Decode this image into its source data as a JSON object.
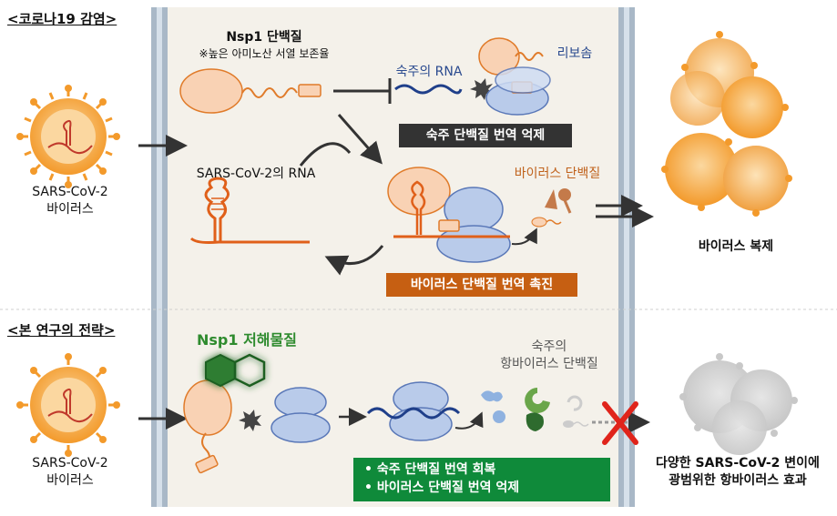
{
  "top": {
    "header": "<코로나19 감염>",
    "virus_label_line1": "SARS-CoV-2",
    "virus_label_line2": "바이러스",
    "nsp1_title": "Nsp1 단백질",
    "nsp1_note": "※높은 아미노산 서열 보존율",
    "host_rna": "숙주의 RNA",
    "ribosome": "리보솜",
    "box_suppress": "숙주 단백질 번역 억제",
    "viral_rna": "SARS-CoV-2의 RNA",
    "viral_protein": "바이러스 단백질",
    "box_promote": "바이러스 단백질 번역 촉진",
    "replication": "바이러스 복제"
  },
  "bottom": {
    "header": "<본 연구의 전략>",
    "virus_label_line1": "SARS-CoV-2",
    "virus_label_line2": "바이러스",
    "inhibitor": "Nsp1 저해물질",
    "antiviral_line1": "숙주의",
    "antiviral_line2": "항바이러스 단백질",
    "effects": [
      "숙주 단백질 번역 회복",
      "바이러스 단백질 번역 억제"
    ],
    "result_line1": "다양한 SARS-CoV-2 변이에",
    "result_line2": "광범위한 항바이러스 효과"
  },
  "colors": {
    "panel_bg": "#f4f1ea",
    "membrane": "#9fb3c6",
    "virus": "#f39a2b",
    "nsp1": "#f9d2b4",
    "ribosome": "#b9cbea",
    "box_dark": "#333333",
    "box_orange": "#c65f12",
    "box_green": "#0f8a3a",
    "inhibitor_green": "#2e8b2e",
    "x_red": "#e0241b"
  }
}
